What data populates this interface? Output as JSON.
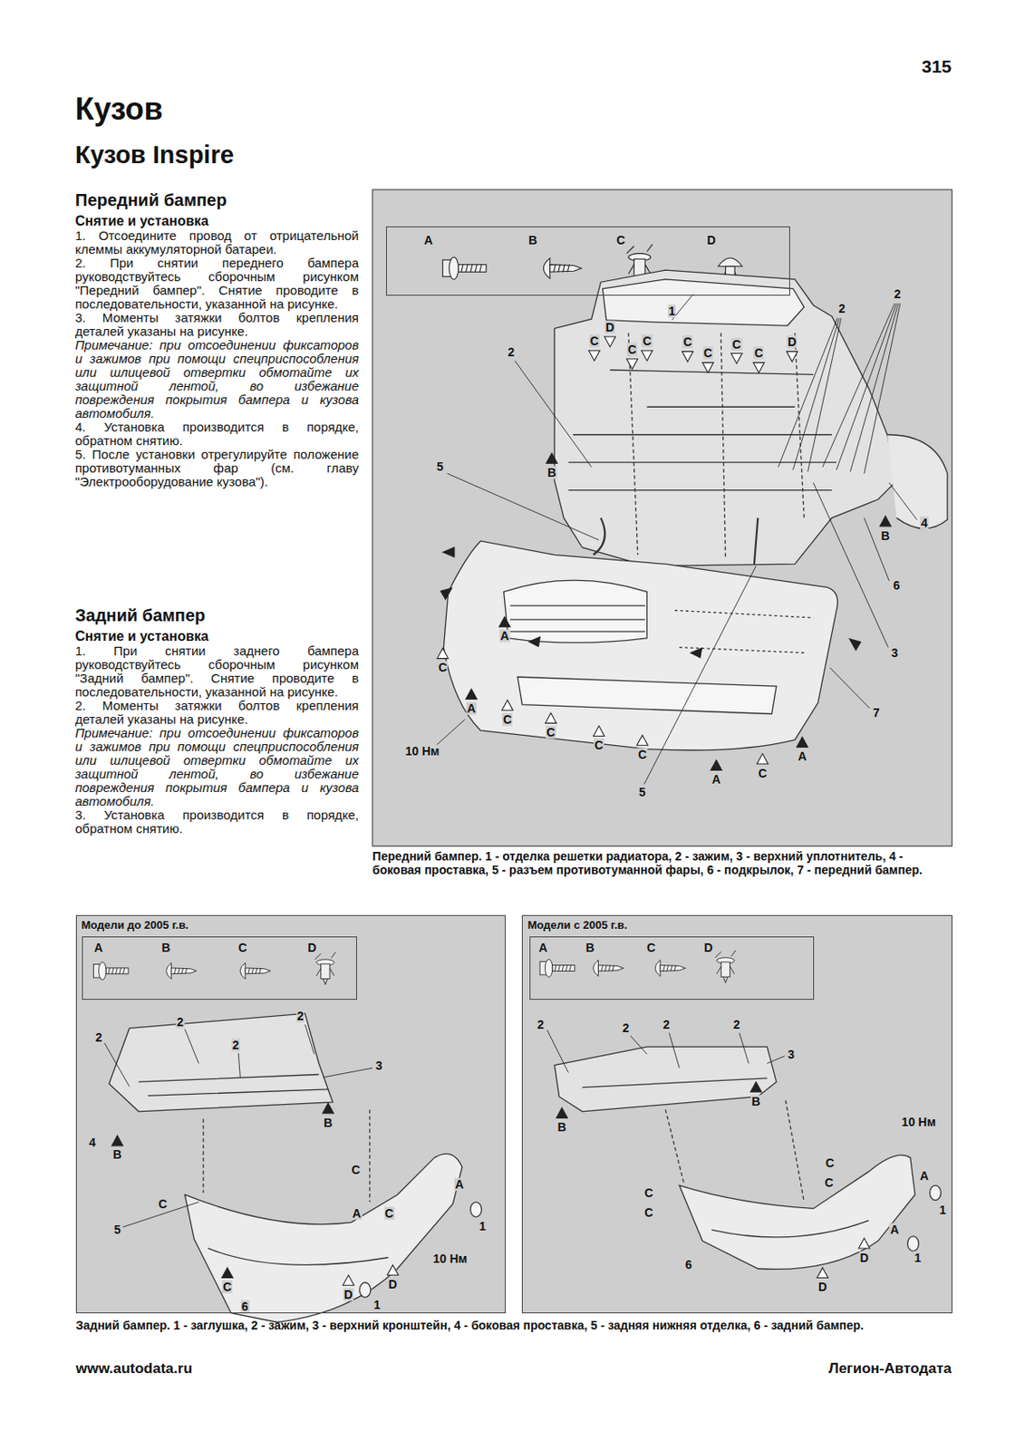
{
  "diagram": {
    "title": "Кузов",
    "nodes": [
      {
        "text": [
          "A",
          "B",
          "C",
          "D"
        ]
      },
      {
        "text": [
          "Модели до 2005 г.в."
        ]
      },
      {
        "text": [
          "A",
          "B",
          "C",
          "D"
        ],
        "in": 1
      },
      {
        "text": [
          "Модели с 2005 г.в."
        ]
      },
      {
        "text": [
          "A",
          "B",
          "C",
          "D"
        ],
        "in": 3
      }
    ],
    "labels": [
      "315",
      "Кузов Inspire",
      "Передний бампер",
      "Снятие и установка",
      "1. Отсоедините провод от отрицательной клеммы аккумуляторной батареи.",
      "2. При снятии переднего бампера руководствуйтесь сборочным рисунком \"Передний бампер\". Снятие проводите в последовательности, указанной на рисунке.",
      "3. Моменты затяжки болтов крепления деталей указаны на рисунке.",
      "Примечание: при отсоединении фиксаторов и зажимов при помощи спецприспособления или шлицевой отвертки обмотайте их защитной лентой, во избежание повреждения покрытия бампера и кузова автомобиля.",
      "4. Установка производится в порядке, обратном снятию.",
      "5. После установки отрегулируйте положение противотуманных фар (см. главу \"Электрооборудование кузова\").",
      "Задний бампер",
      "Снятие и установка",
      "1. При снятии заднего бампера руководствуйтесь сборочным рисунком \"Задний бампер\". Снятие проводите в последовательности, указанной на рисунке.",
      "2. Моменты затяжки болтов крепления деталей указаны на рисунке.",
      "Примечание: при отсоединении фиксаторов и зажимов при помощи спецприспособления или шлицевой отвертки обмотайте их защитной лентой, во избежание повреждения покрытия бампера и кузова автомобиля.",
      "3. Установка производится в порядке, обратном снятию.",
      "1",
      "2",
      "2",
      "2",
      "C",
      "D",
      "C",
      "C",
      "C",
      "C",
      "C",
      "C",
      "D",
      "B",
      "5",
      "4",
      "B",
      "6",
      "3",
      "7",
      "A",
      "C",
      "A",
      "C",
      "C",
      "C",
      "C",
      "10 Нм",
      "A",
      "C",
      "A",
      "5",
      "Передний бампер. 1 - отделка решетки радиатора, 2 - зажим, 3 - верхний уплотнитель, 4 - боковая проставка, 5 - разъем противотуманной фары, 6 - подкрылок, 7 - передний бампер.",
      "2",
      "2",
      "2",
      "2",
      "3",
      "B",
      "4",
      "B",
      "5",
      "C",
      "A",
      "C",
      "A",
      "C",
      "1",
      "10 Нм",
      "C",
      "D",
      "D",
      "1",
      "6",
      "2",
      "2",
      "2",
      "2",
      "3",
      "B",
      "B",
      "10 Нм",
      "C",
      "C",
      "A",
      "1",
      "C",
      "C",
      "A",
      "D",
      "1",
      "6",
      "D",
      "Задний бампер. 1 - заглушка, 2 - зажим, 3 - верхний кронштейн, 4 - боковая проставка, 5 - задняя нижняя отделка, 6 - задний бампер.",
      "www.autodata.ru",
      "Легион-Автодата"
    ]
  }
}
